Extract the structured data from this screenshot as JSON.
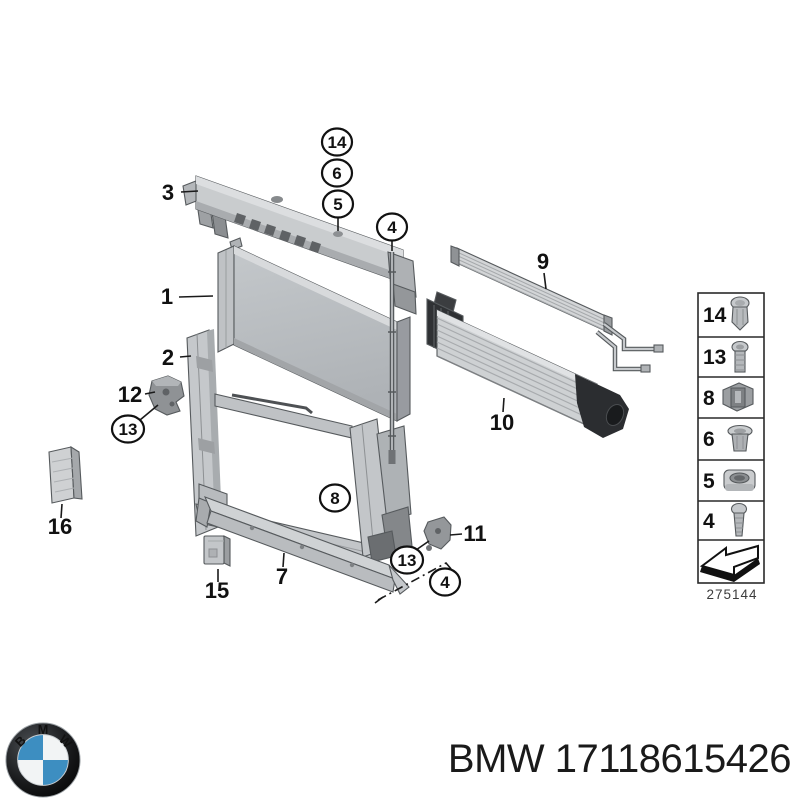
{
  "callouts": {
    "plain": {
      "p1": "1",
      "p2": "2",
      "p3": "3",
      "p7": "7",
      "p9": "9",
      "p10": "10",
      "p11": "11",
      "p12": "12",
      "p15": "15",
      "p16": "16"
    },
    "circled": {
      "c14": "14",
      "c6": "6",
      "c5": "5",
      "c4a": "4",
      "c4b": "4",
      "c8": "8",
      "c13a": "13",
      "c13b": "13"
    }
  },
  "legend": {
    "rows": [
      {
        "num": "14",
        "icon": "expanding-rivet-icon"
      },
      {
        "num": "13",
        "icon": "bolt-icon"
      },
      {
        "num": "8",
        "icon": "mounting-clip-icon"
      },
      {
        "num": "6",
        "icon": "grommet-fastener-icon"
      },
      {
        "num": "5",
        "icon": "cage-nut-icon"
      },
      {
        "num": "4",
        "icon": "screw-icon"
      },
      {
        "num": "",
        "icon": "direction-arrow-icon"
      }
    ],
    "diagram_code": "275144"
  },
  "footer": {
    "part_number": "BMW 17118615426",
    "logo_letters": [
      "B",
      "M",
      "W"
    ]
  },
  "colors": {
    "background": "#ffffff",
    "line": "#111111",
    "part_light_gray": "#ced1d3",
    "part_dark_gray": "#2f3134",
    "bmw_blue": "#3d8ec1"
  }
}
